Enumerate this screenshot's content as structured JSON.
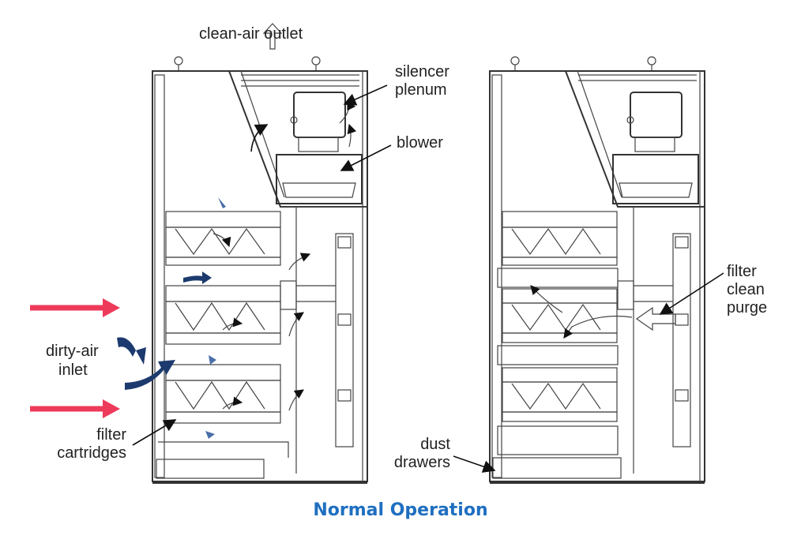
{
  "labels": {
    "clean_air_outlet": "clean-air outlet",
    "silencer_plenum_1": "silencer",
    "silencer_plenum_2": "plenum",
    "blower": "blower",
    "dirty_air_inlet_1": "dirty-air",
    "dirty_air_inlet_2": "inlet",
    "filter_cartridges_1": "filter",
    "filter_cartridges_2": "cartridges",
    "filter_clean_purge_1": "filter",
    "filter_clean_purge_2": "clean",
    "filter_clean_purge_3": "purge",
    "dust_drawers_1": "dust",
    "dust_drawers_2": "drawers"
  },
  "caption": "Normal Operation",
  "colors": {
    "caption": "#1f6fc0",
    "inlet_arrow": "#ee3a5a",
    "airflow_arrow": "#1c3a6e",
    "outline": "#333333",
    "label_text": "#222222"
  }
}
